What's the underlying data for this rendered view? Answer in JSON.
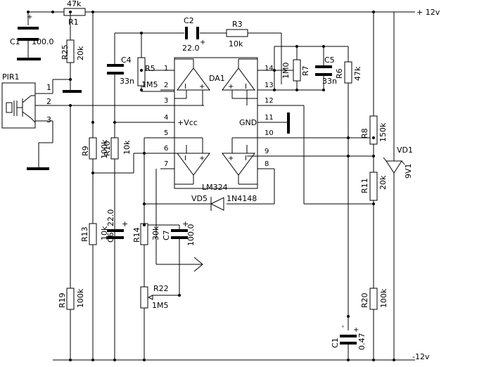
{
  "rails": {
    "pos": "+ 12v",
    "neg": "-12v"
  },
  "ic": {
    "name": "DA1",
    "part": "LM324",
    "vcc": "+Vcc",
    "gnd": "GND",
    "pins": [
      "1",
      "2",
      "3",
      "4",
      "5",
      "6",
      "7",
      "14",
      "13",
      "12",
      "11",
      "10",
      "9",
      "8"
    ],
    "op_inputs": [
      "I",
      "+",
      "I",
      "+",
      "+",
      "I",
      "+",
      "I"
    ]
  },
  "pir": {
    "ref": "PIR1",
    "pins": [
      "1",
      "2",
      "3"
    ]
  },
  "components": {
    "R1": {
      "ref": "R1",
      "value": "47k"
    },
    "R25": {
      "ref": "R25",
      "value": "20k"
    },
    "C1": {
      "ref": "C1",
      "value": "100.0",
      "pol": "+"
    },
    "C2": {
      "ref": "C2",
      "value": "22.0",
      "pol": "+"
    },
    "R3": {
      "ref": "R3",
      "value": "10k"
    },
    "C4": {
      "ref": "C4",
      "value": "33n"
    },
    "R5": {
      "ref": "R5",
      "value": "1M5"
    },
    "R7": {
      "ref": "R7",
      "value": "1M0"
    },
    "C5": {
      "ref": "C5",
      "value": "33n"
    },
    "R6": {
      "ref": "R6",
      "value": "47k"
    },
    "R9": {
      "ref": "R9",
      "value": "100k"
    },
    "R10": {
      "ref": "R10",
      "value": "10k"
    },
    "R8": {
      "ref": "R8",
      "value": "150k"
    },
    "VD1": {
      "ref": "VD1",
      "value": "9V1"
    },
    "R11": {
      "ref": "R11",
      "value": "20k"
    },
    "VD5": {
      "ref": "VD5",
      "value": "1N4148"
    },
    "R13": {
      "ref": "R13",
      "value": "10k"
    },
    "C6": {
      "ref": "C6",
      "value": "22.0",
      "pol": "+"
    },
    "R14": {
      "ref": "R14",
      "value": "30k"
    },
    "C7": {
      "ref": "C7",
      "value": "100.0",
      "pol": "+"
    },
    "R19": {
      "ref": "R19",
      "value": "100k"
    },
    "R22": {
      "ref": "R22",
      "value": "1M5"
    },
    "R20": {
      "ref": "R20",
      "value": "100k"
    },
    "C1b": {
      "ref": "C1",
      "mark": "'",
      "value": "0.47",
      "pol": "+"
    }
  }
}
